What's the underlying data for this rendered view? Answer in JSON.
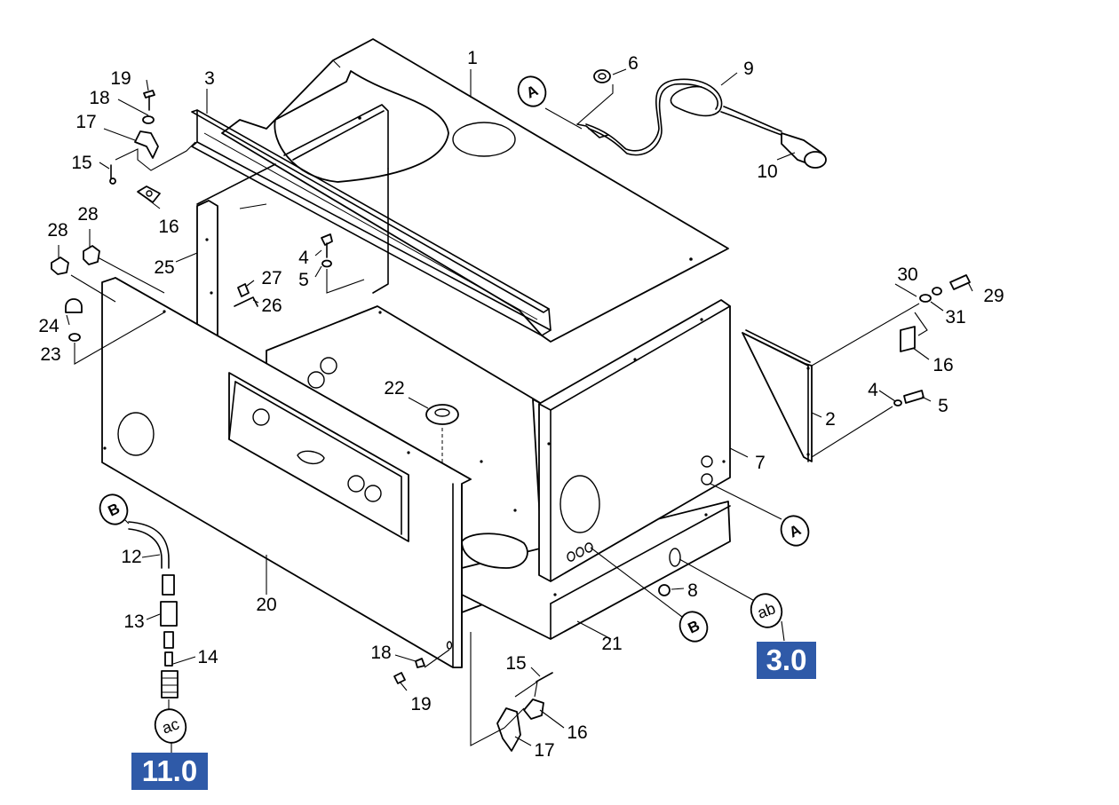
{
  "part_numbers": {
    "p1": "1",
    "p2": "2",
    "p3": "3",
    "p4a": "4",
    "p4b": "4",
    "p5a": "5",
    "p5b": "5",
    "p6": "6",
    "p7": "7",
    "p8": "8",
    "p9": "9",
    "p10": "10",
    "p12": "12",
    "p13": "13",
    "p14": "14",
    "p15a": "15",
    "p15b": "15",
    "p16a": "16",
    "p16b": "16",
    "p16c": "16",
    "p17a": "17",
    "p17b": "17",
    "p18a": "18",
    "p18b": "18",
    "p19a": "19",
    "p19b": "19",
    "p20": "20",
    "p21": "21",
    "p22": "22",
    "p23": "23",
    "p24": "24",
    "p25": "25",
    "p26": "26",
    "p27": "27",
    "p28a": "28",
    "p28b": "28",
    "p29": "29",
    "p30": "30",
    "p31": "31"
  },
  "connectors": {
    "a_top": "A",
    "a_right": "A",
    "b_right": "B",
    "b_left": "B",
    "ab": "ab",
    "ac": "ac"
  },
  "badges": {
    "section_3": "3.0",
    "section_11": "11.0"
  },
  "colors": {
    "badge_bg": "#2f5aa8",
    "badge_text": "#ffffff",
    "line": "#000000"
  }
}
